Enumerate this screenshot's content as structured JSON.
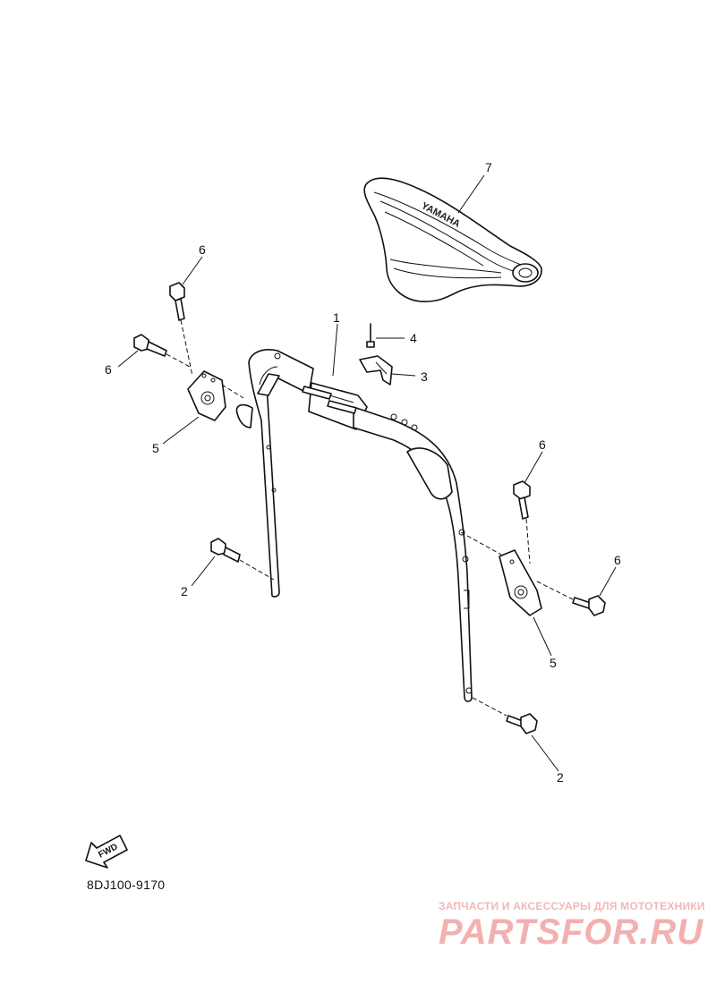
{
  "diagram": {
    "part_code": "8DJ100-9170",
    "fwd_label": "FWD",
    "callouts": {
      "handle_bar": "1",
      "bolt_left_low": "2",
      "bolt_right_low": "2",
      "clip": "3",
      "rivet": "4",
      "holder_left": "5",
      "holder_right": "5",
      "bolt_left_top": "6",
      "bolt_left_side": "6",
      "bolt_right_top": "6",
      "bolt_right_side": "6",
      "pad": "7"
    },
    "pad_logo": "YAMAHA"
  },
  "watermark": {
    "tagline": "ЗАПЧАСТИ И АКСЕССУАРЫ ДЛЯ МОТОТЕХНИКИ",
    "logo": "PARTSFOR.RU"
  }
}
